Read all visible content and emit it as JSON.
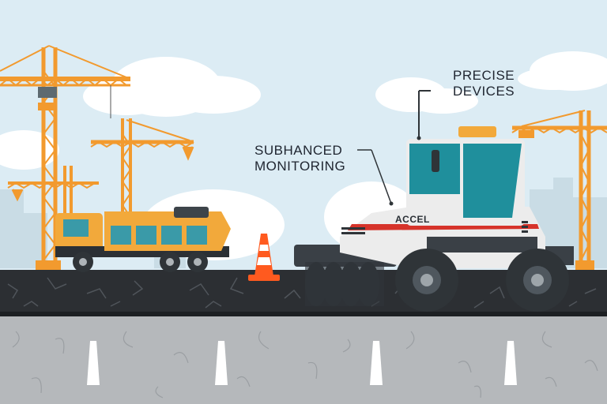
{
  "callouts": {
    "precise": {
      "line1": "PRECISE",
      "line2": "DEVICES"
    },
    "monitoring": {
      "line1": "SUBHANCED",
      "line2": "MONITORING"
    }
  },
  "vehicle": {
    "brand": "ACCEL"
  },
  "colors": {
    "sky": "#dcecf4",
    "crane": "#f29a2e",
    "asphalt": "#2c2f33",
    "concrete": "#b5b8bb",
    "truck_body": "#f2a93b",
    "truck_windows": "#3a9aa8",
    "roller_body": "#ececec",
    "roller_cab": "#1f8f9c",
    "roller_stripe": "#d6332a",
    "wheels": "#2f3438",
    "cone": "#ff5a1f"
  },
  "icons": [
    "crane-icon",
    "dump-truck-icon",
    "traffic-cone-icon",
    "road-roller-icon",
    "road-marker-icon"
  ]
}
